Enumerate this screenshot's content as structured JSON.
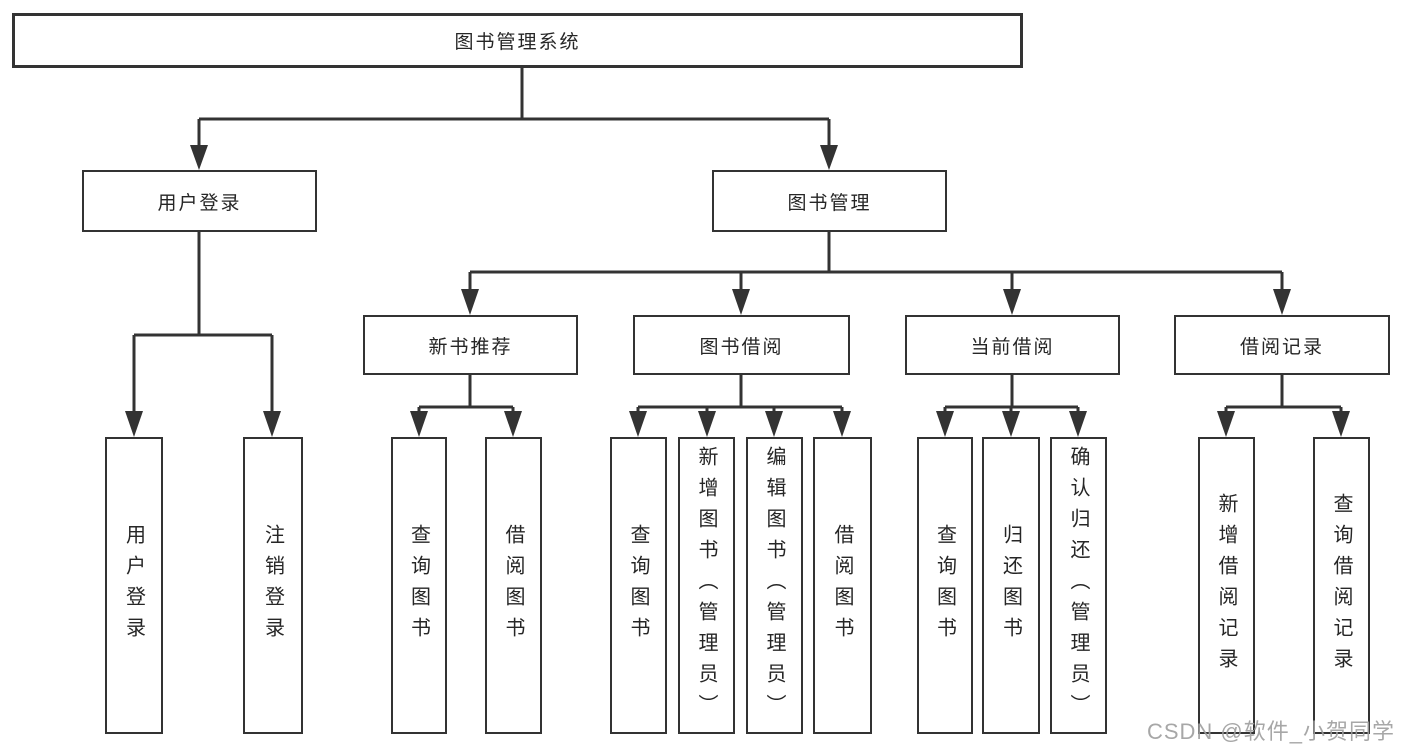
{
  "colors": {
    "line": "#333333",
    "text": "#262626",
    "background": "#ffffff",
    "watermark": "#9e9e9e"
  },
  "watermark": {
    "text": "CSDN @软件_小贺同学"
  },
  "diagram": {
    "root": {
      "label": "图书管理系统"
    },
    "level2": [
      {
        "label": "用户登录"
      },
      {
        "label": "图书管理"
      }
    ],
    "level3": [
      {
        "label": "新书推荐"
      },
      {
        "label": "图书借阅"
      },
      {
        "label": "当前借阅"
      },
      {
        "label": "借阅记录"
      }
    ],
    "leaves": [
      {
        "label": "用户登录"
      },
      {
        "label": "注销登录"
      },
      {
        "label": "查询图书"
      },
      {
        "label": "借阅图书"
      },
      {
        "label": "查询图书"
      },
      {
        "label": "新增图书（管理员）"
      },
      {
        "label": "编辑图书（管理员）"
      },
      {
        "label": "借阅图书"
      },
      {
        "label": "查询图书"
      },
      {
        "label": "归还图书"
      },
      {
        "label": "确认归还（管理员）"
      },
      {
        "label": "新增借阅记录"
      },
      {
        "label": "查询借阅记录"
      }
    ]
  }
}
